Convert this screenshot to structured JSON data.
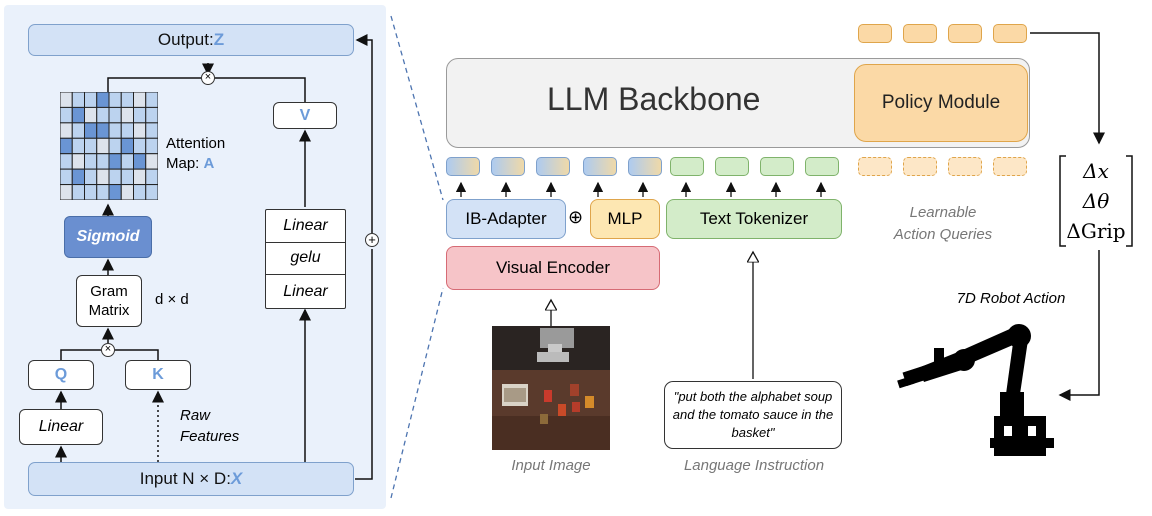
{
  "left": {
    "output_label": "Output: ",
    "output_var": "Z",
    "v_label": "V",
    "attention_line1": "Attention",
    "attention_line2": "Map: ",
    "attention_var": "A",
    "sigmoid_label": "Sigmoid",
    "gram_line1": "Gram",
    "gram_line2": "Matrix",
    "dxd_label": "d × d",
    "stack": [
      "Linear",
      "gelu",
      "Linear"
    ],
    "q_label": "Q",
    "k_label": "K",
    "linear_label": "Linear",
    "raw_line1": "Raw",
    "raw_line2": "Features",
    "input_label": "Input N × D: ",
    "input_var": "X",
    "attention_grid": [
      [
        0,
        1,
        1,
        2,
        1,
        1,
        0,
        1
      ],
      [
        1,
        2,
        0,
        1,
        1,
        0,
        1,
        1
      ],
      [
        0,
        1,
        2,
        2,
        1,
        1,
        0,
        1
      ],
      [
        2,
        1,
        1,
        0,
        1,
        2,
        1,
        1
      ],
      [
        1,
        0,
        1,
        1,
        2,
        1,
        2,
        0
      ],
      [
        1,
        2,
        1,
        0,
        1,
        1,
        0,
        1
      ],
      [
        0,
        1,
        1,
        1,
        2,
        0,
        1,
        1
      ]
    ],
    "grid_colors": [
      "#dde3ec",
      "#bcd3ef",
      "#6a95d4"
    ]
  },
  "right": {
    "llm_label": "LLM Backbone",
    "policy_label": "Policy Module",
    "ib_adapter_label": "IB-Adapter",
    "plus_symbol": "⊕",
    "mlp_label": "MLP",
    "tokenizer_label": "Text Tokenizer",
    "visual_encoder_label": "Visual Encoder",
    "learnable_line1": "Learnable",
    "learnable_line2": "Action Queries",
    "input_image_caption": "Input Image",
    "instruction_text": "\"put both the alphabet soup and the tomato sauce in the basket\"",
    "instruction_caption": "Language Instruction",
    "action_vector": [
      "Δx",
      "Δθ",
      "ΔGrip"
    ],
    "robot_action_label": "7D Robot Action"
  },
  "colors": {
    "blue_accent": "#6c9bd9",
    "visual_token": "#aecbf0",
    "text_token": "#d3ecc9",
    "query_token": "#fbd9a6",
    "encoder_red": "#f6c4c8"
  }
}
